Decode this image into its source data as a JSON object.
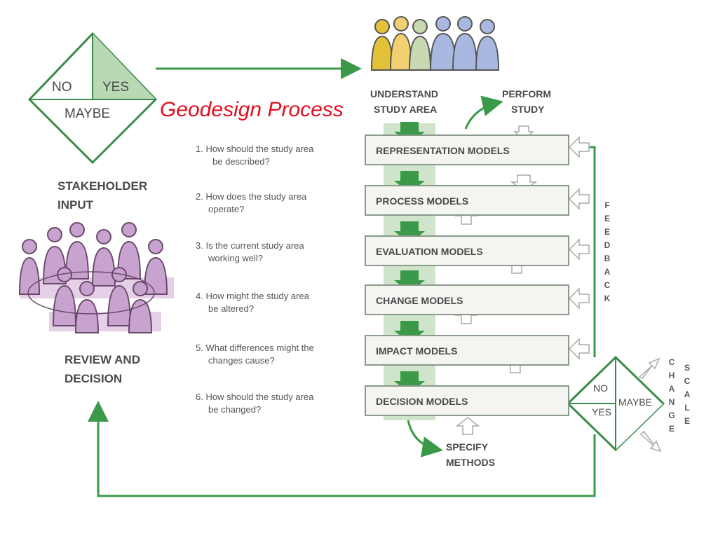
{
  "title": "Geodesign Process",
  "top_diamond": {
    "no": "NO",
    "yes": "YES",
    "maybe": "MAYBE"
  },
  "stakeholder_input": [
    "STAKEHOLDER",
    "INPUT"
  ],
  "review_decision": [
    "REVIEW AND",
    "DECISION"
  ],
  "understand": [
    "UNDERSTAND",
    "STUDY AREA"
  ],
  "perform": [
    "PERFORM",
    "STUDY"
  ],
  "specify": [
    "SPECIFY",
    "METHODS"
  ],
  "questions": [
    [
      "1.  How should the study area",
      "be described?"
    ],
    [
      "2. How does the study area",
      "operate?"
    ],
    [
      "3. Is the current study area",
      "working well?"
    ],
    [
      "4. How might the study area",
      "be altered?"
    ],
    [
      "5. What differences might the",
      "changes cause?"
    ],
    [
      "6. How should the study area",
      "be changed?"
    ]
  ],
  "models": [
    "REPRESENTATION MODELS",
    "PROCESS MODELS",
    "EVALUATION MODELS",
    "CHANGE MODELS",
    "IMPACT MODELS",
    "DECISION MODELS"
  ],
  "feedback": "FEEDBACK",
  "change": "CHANGE",
  "scale": "SCALE",
  "right_diamond": {
    "no": "NO",
    "yes": "YES",
    "maybe": "MAYBE"
  },
  "colors": {
    "green": "#3a9a4a",
    "purple": "#c9a3cf",
    "title": "#e01020",
    "gray": "#4a4a4a"
  }
}
